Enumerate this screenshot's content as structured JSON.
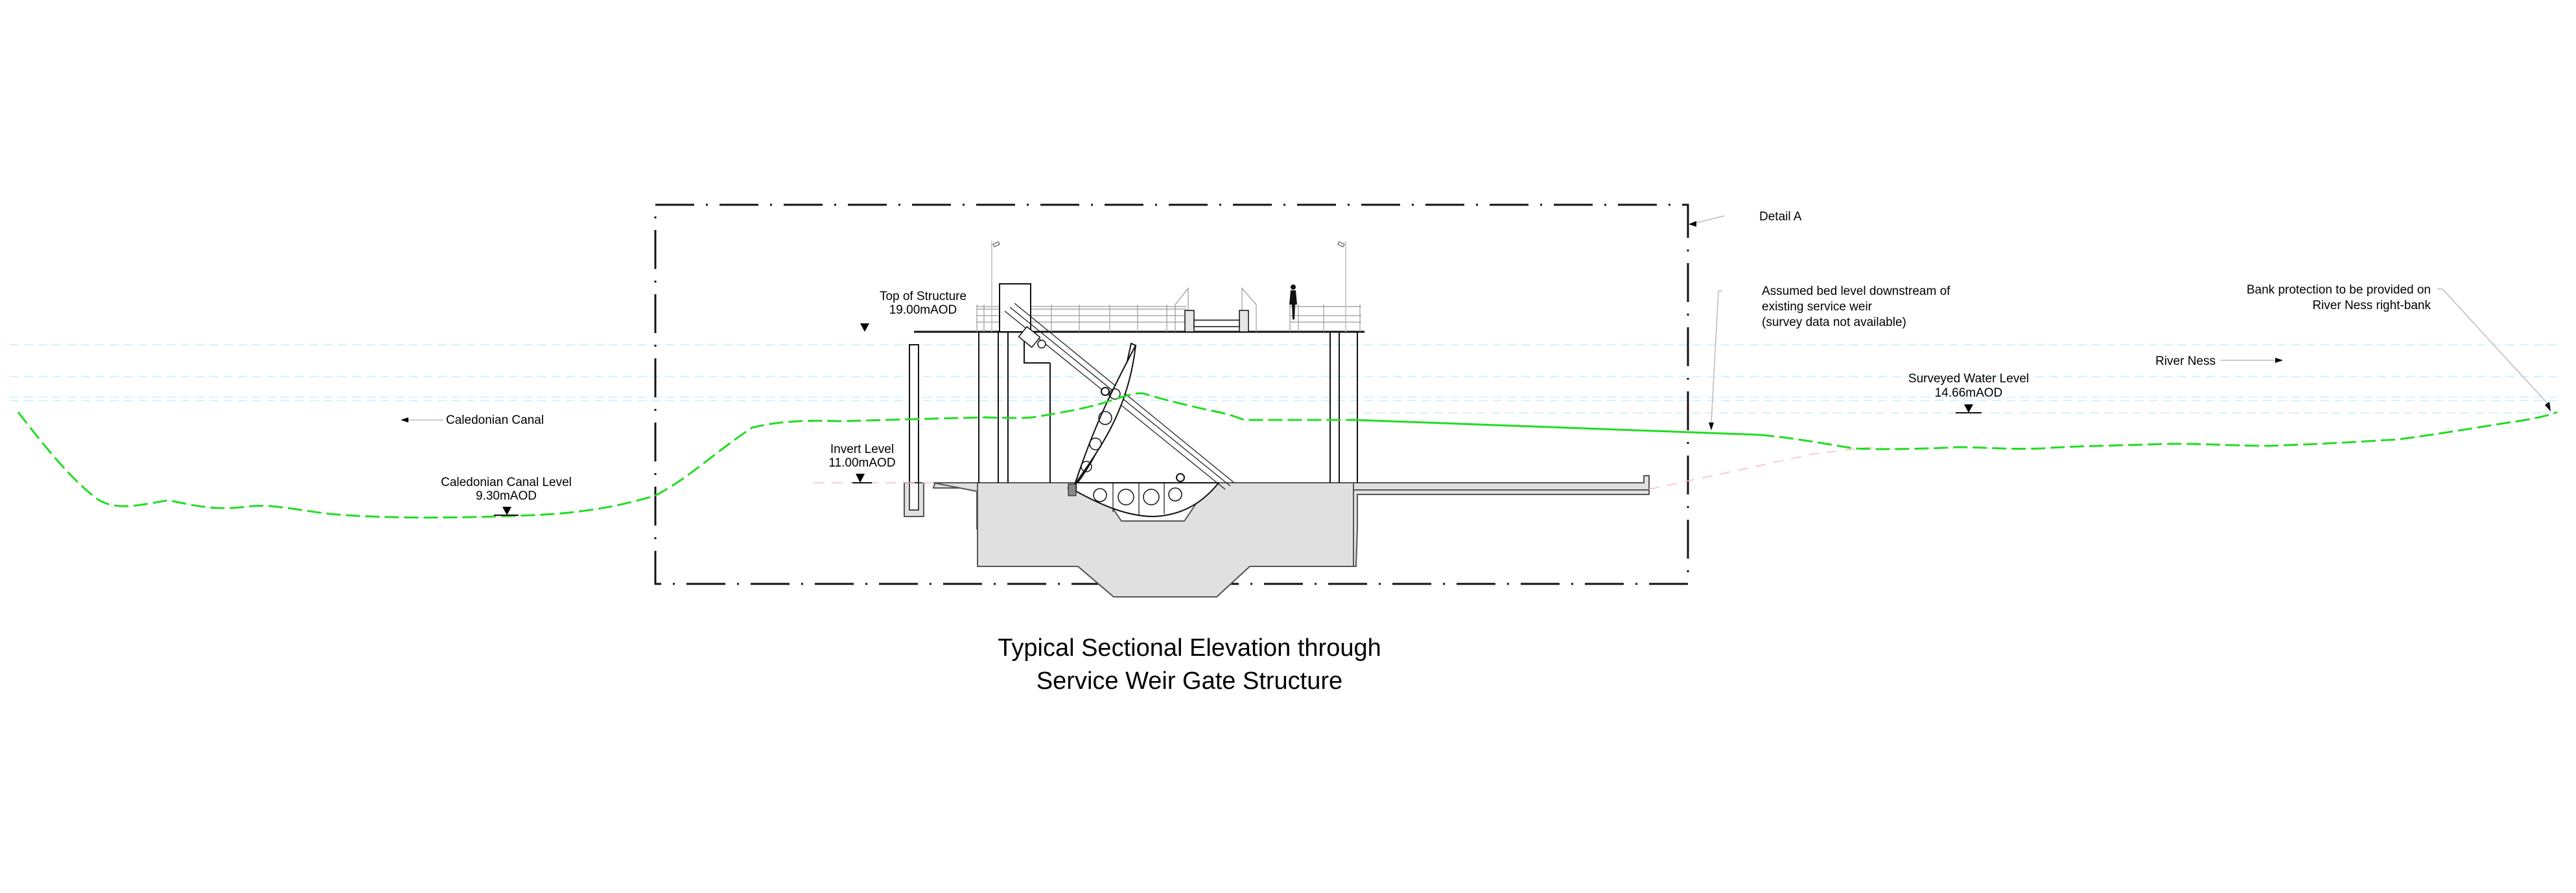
{
  "drawing": {
    "title_line1": "Typical Sectional Elevation through",
    "title_line2": "Service Weir Gate Structure",
    "colors": {
      "ground_profile": "#22dd22",
      "water_reference": "#cceeff",
      "assumed_bed": "#ffbbbb",
      "concrete": "#e0e0e0",
      "linework": "#111111"
    }
  },
  "labels": {
    "detail_a": "Detail A",
    "top_of_structure": {
      "name": "Top of Structure",
      "level": "19.00mAOD"
    },
    "invert_level": {
      "name": "Invert Level",
      "level": "11.00mAOD"
    },
    "caledonian_canal": "Caledonian Canal",
    "caledonian_canal_level": {
      "name": "Caledonian Canal Level",
      "level": "9.30mAOD"
    },
    "assumed_bed": {
      "line1": "Assumed bed level downstream of",
      "line2": "existing service weir",
      "line3": "(survey data not available)"
    },
    "surveyed_water_level": {
      "name": "Surveyed Water Level",
      "level": "14.66mAOD"
    },
    "river_ness": "River Ness",
    "bank_protection": {
      "line1": "Bank protection to be provided on",
      "line2": "River Ness right-bank"
    }
  },
  "icons": {
    "level_marker": "down-triangle-icon",
    "flow_arrow_left": "arrow-left-icon",
    "flow_arrow_right": "arrow-right-icon",
    "cctv": "camera-icon",
    "person": "person-icon"
  }
}
